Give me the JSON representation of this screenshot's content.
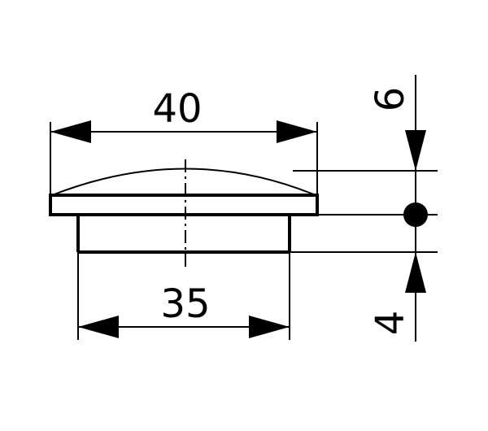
{
  "dimensions": {
    "outer_diameter": "40",
    "inner_diameter": "35",
    "cap_height": "6",
    "shank_height": "4"
  },
  "colors": {
    "ink": "#000000",
    "background": "#ffffff"
  }
}
